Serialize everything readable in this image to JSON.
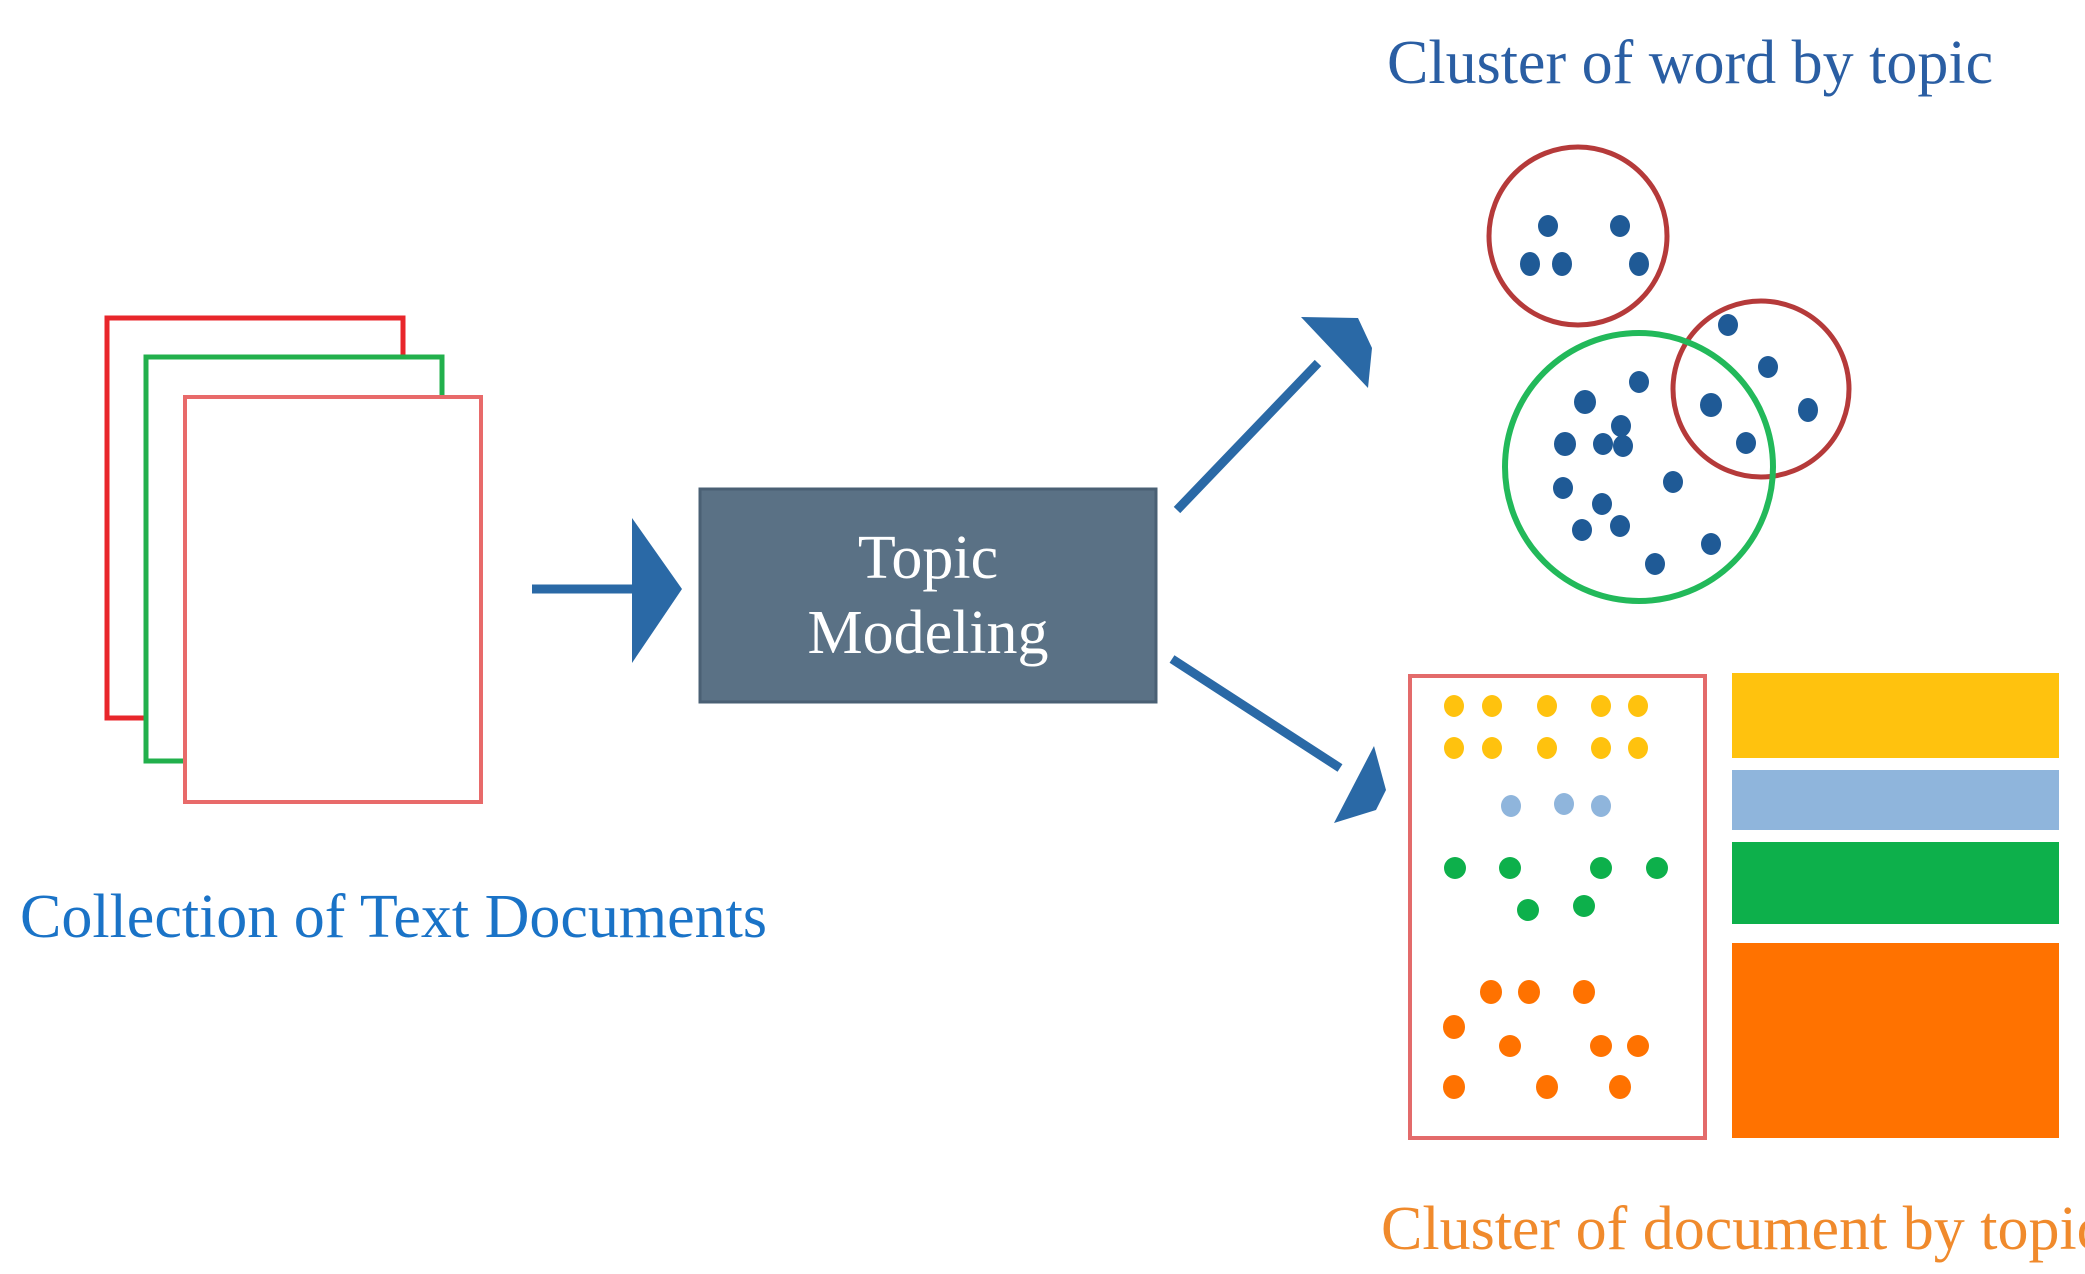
{
  "labels": {
    "documents_collection": "Collection of Text Documents",
    "process": [
      "Topic",
      "Modeling"
    ],
    "word_clusters": "Cluster of word by topic",
    "document_clusters": "Cluster of document by topic"
  },
  "icons": {
    "document_stack": "stacked-pages-icon",
    "arrows": "flow-arrow-icon",
    "word_clusters": "word-cluster-circles",
    "document_matrix": "document-dot-grid",
    "topic_bars": "topic-color-bars"
  },
  "colors": {
    "doc_labels": "#1a73c7",
    "word_title": "#2a5ea3",
    "doc_title": "#f08a2c",
    "process_box": "#5a7185",
    "arrow": "#2a69a6",
    "page_red": "#e8262b",
    "page_green": "#22b04c",
    "page_salmon": "#e86a6a",
    "cluster_red": "#b53a3a",
    "cluster_green": "#22b95a",
    "word_dot": "#1f5a96",
    "topic_yellow": "#ffc20e",
    "topic_blue": "#8fb5dc",
    "topic_green": "#0db04b",
    "topic_orange": "#ff7200",
    "matrix_border": "#e36b6b"
  }
}
